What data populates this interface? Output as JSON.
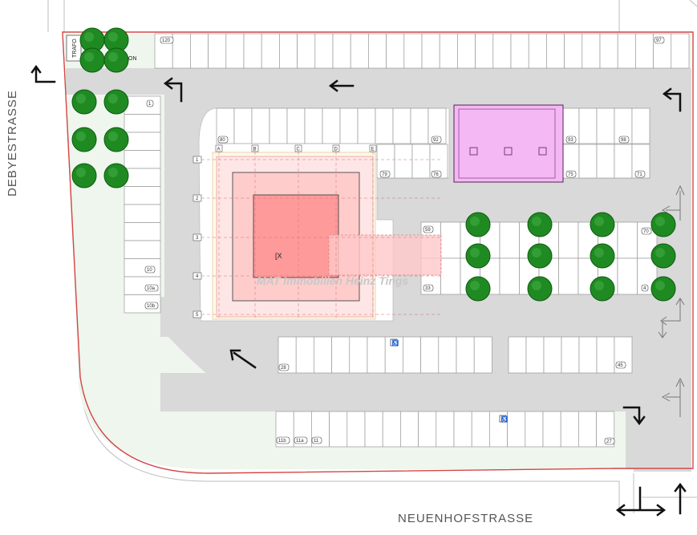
{
  "streets": {
    "debye": "DEBYESTRASSE",
    "neuenhof": "NEUENHOFSTRASSE"
  },
  "watermark": "MAT Immobilien Heinz Tings",
  "trafo": "TRAFO",
  "trafo_on": "ON",
  "building_marker": "[X",
  "axis_cols": [
    "A",
    "B",
    "C",
    "D",
    "E"
  ],
  "axis_rows": [
    "1",
    "2",
    "3",
    "4",
    "5"
  ],
  "spot_numbers": {
    "top_first": "120",
    "top_last": "97",
    "left_top": "1",
    "left_10": "10",
    "left_10a": "10a",
    "left_10b": "10b",
    "mid_80": "80",
    "mid_79": "79",
    "mid_92": "92",
    "mid_76": "76",
    "mid_93": "93",
    "mid_98": "98",
    "mid_75": "75",
    "mid_71": "71",
    "r_59": "59",
    "r_33": "33",
    "r_70": "70",
    "r_4": "4",
    "low_28": "28",
    "low_45": "45",
    "bot_11b": "11b",
    "bot_11a": "11a",
    "bot_11": "11",
    "bot_27": "27"
  },
  "colors": {
    "boundary": "#d64545",
    "road": "#d9d9d9",
    "green": "#eef6ee",
    "tree": "#1f8a22",
    "building_core": "#ff9a9a",
    "building_mid": "#ffcccc",
    "building_outer": "#ffe6e6",
    "pavilion": "#f4b8f4"
  },
  "icons": [
    "arrow-icon",
    "tree-icon",
    "accessible-parking-icon"
  ]
}
